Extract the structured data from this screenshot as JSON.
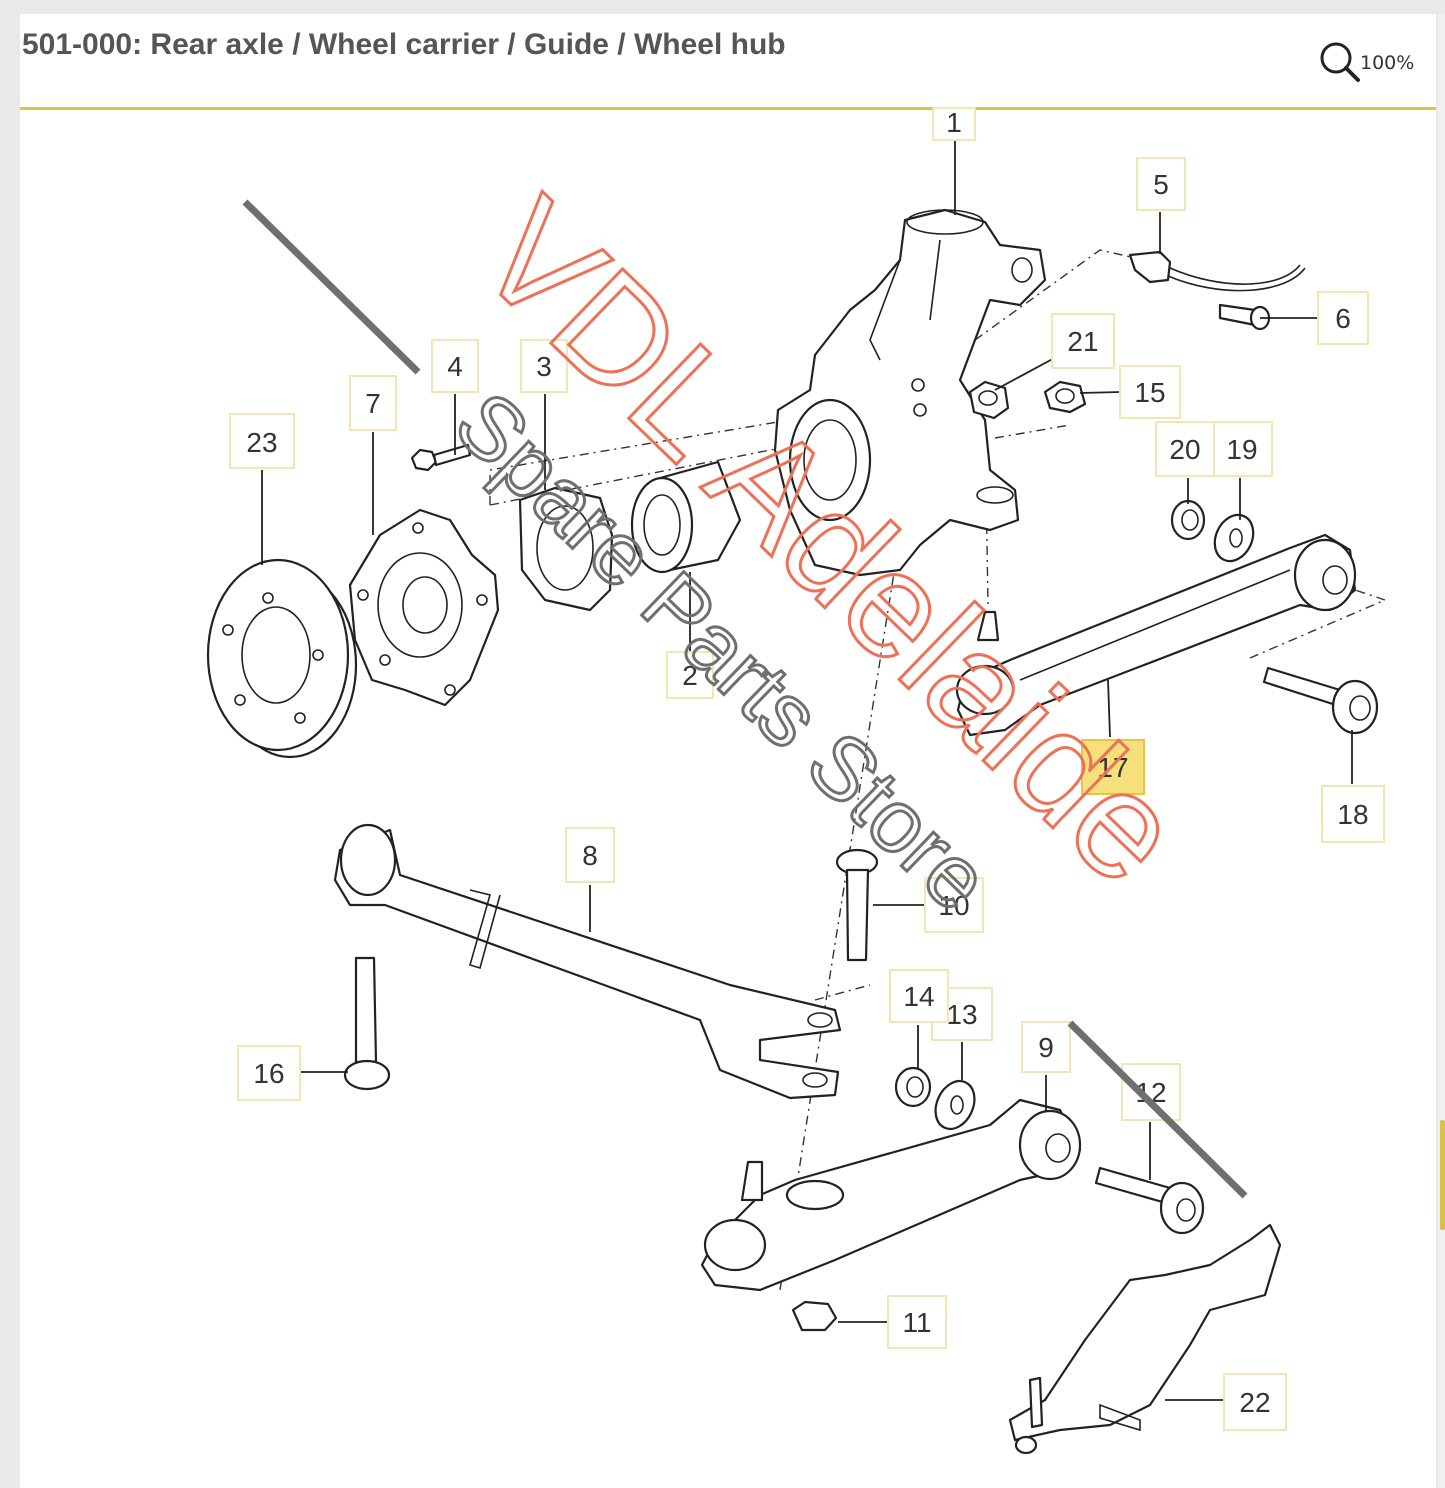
{
  "header": {
    "title": "501-000: Rear axle / Wheel carrier / Guide / Wheel hub",
    "zoom_label": "100%",
    "zoom_icon": "magnifier-icon"
  },
  "watermark": {
    "line1": "VDL Adelaide",
    "line2": "Spare Parts Store"
  },
  "callouts": [
    "1",
    "2",
    "3",
    "4",
    "5",
    "6",
    "7",
    "8",
    "9",
    "10",
    "11",
    "12",
    "13",
    "14",
    "15",
    "16",
    "17",
    "18",
    "19",
    "20",
    "21",
    "22",
    "23"
  ],
  "highlighted_callout": "17",
  "colors": {
    "accent_rule": "#d9c14a",
    "highlight_fill": "#f6e07c",
    "watermark_red": "#ec7157",
    "watermark_grey": "#6f6f6f"
  }
}
